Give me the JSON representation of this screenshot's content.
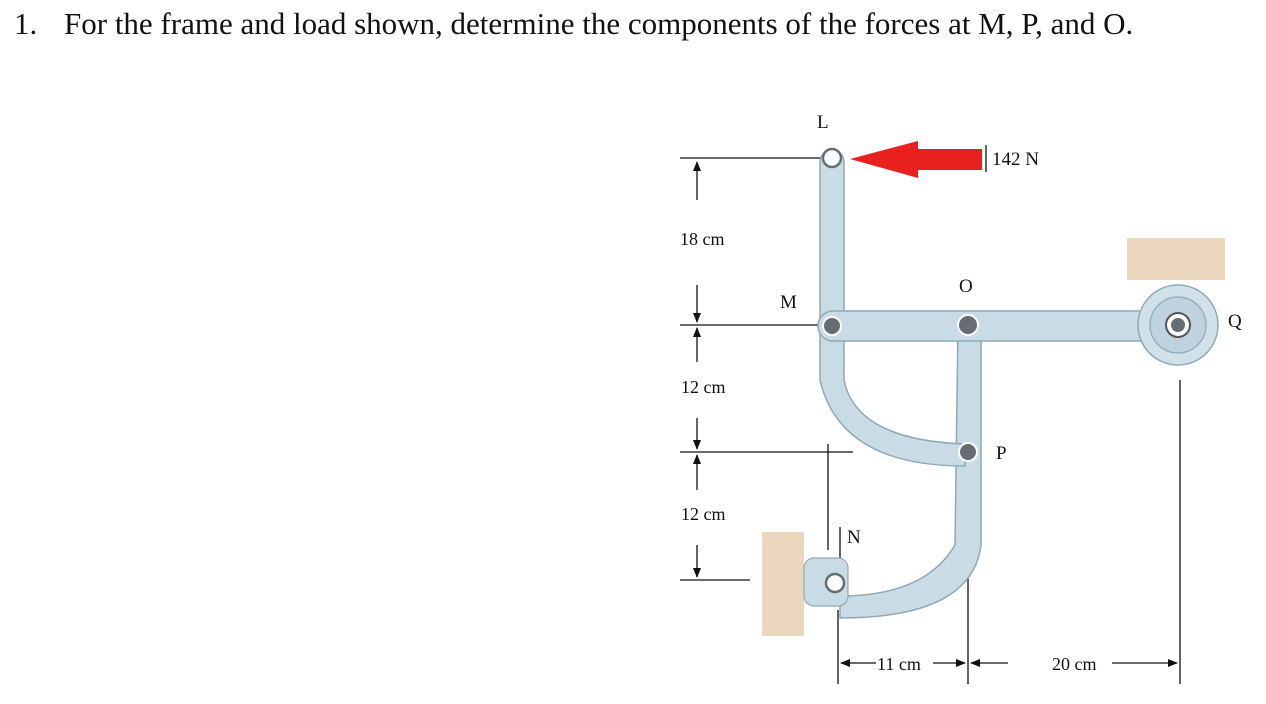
{
  "problem": {
    "number": "1.",
    "text": "For the frame and load shown, determine the components of the forces at M, P, and O."
  },
  "figure": {
    "load_label": "142 N",
    "points": {
      "L": "L",
      "M": "M",
      "O": "O",
      "P": "P",
      "Q": "Q",
      "N": "N"
    },
    "dimensions": {
      "vertical_top": "18 cm",
      "vertical_mid": "12 cm",
      "vertical_bottom": "12 cm",
      "horizontal_left": "11 cm",
      "horizontal_right": "20 cm"
    }
  },
  "colors": {
    "member": "#c9dce6",
    "member_edge": "#8fa9b6",
    "load_arrow": "#e8201e",
    "support": "#ead7bd",
    "pin": "#666d72"
  }
}
